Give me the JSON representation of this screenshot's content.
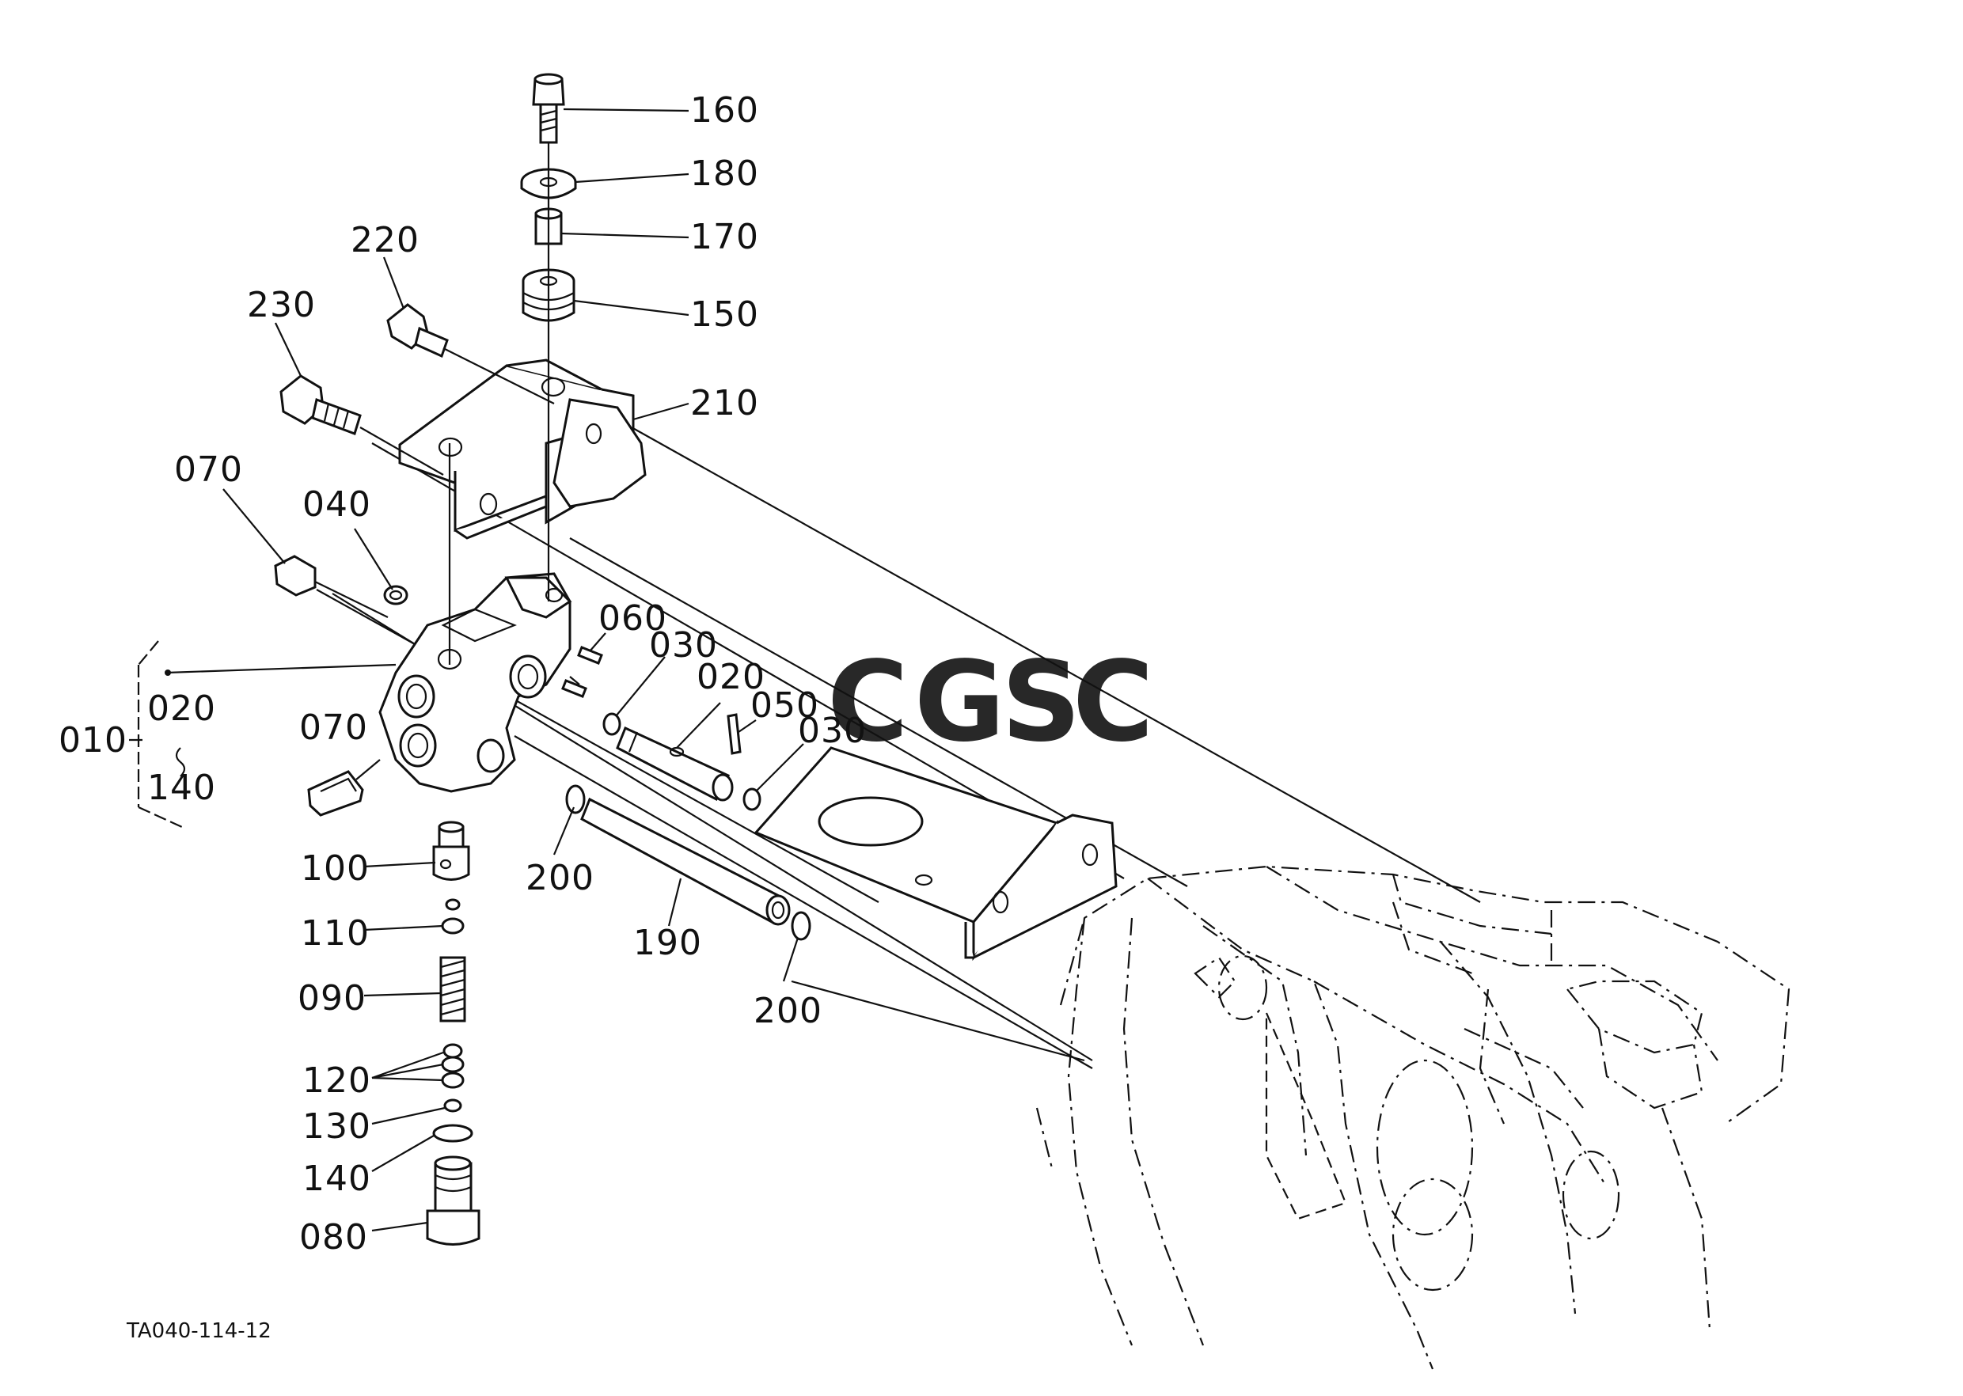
{
  "diagram": {
    "drawing_code": "TA040-114-12",
    "watermark": {
      "letters": [
        "C",
        "G",
        "S",
        "C"
      ],
      "colors": [
        "#7fa8f0",
        "#ef8f86",
        "#f6d35a",
        "#6cbd8f"
      ]
    },
    "labels": {
      "p160": "160",
      "p180": "180",
      "p170": "170",
      "p150": "150",
      "p220": "220",
      "p230": "230",
      "p210": "210",
      "p070a": "070",
      "p040": "040",
      "p060": "060",
      "p030a": "030",
      "p020a": "020",
      "p050": "050",
      "p030b": "030",
      "p010": "010",
      "p020b": "020",
      "p140a": "140",
      "p070b": "070",
      "p100": "100",
      "p200a": "200",
      "p190": "190",
      "p110": "110",
      "p200b": "200",
      "p090": "090",
      "p120": "120",
      "p130": "130",
      "p140b": "140",
      "p080": "080"
    }
  }
}
